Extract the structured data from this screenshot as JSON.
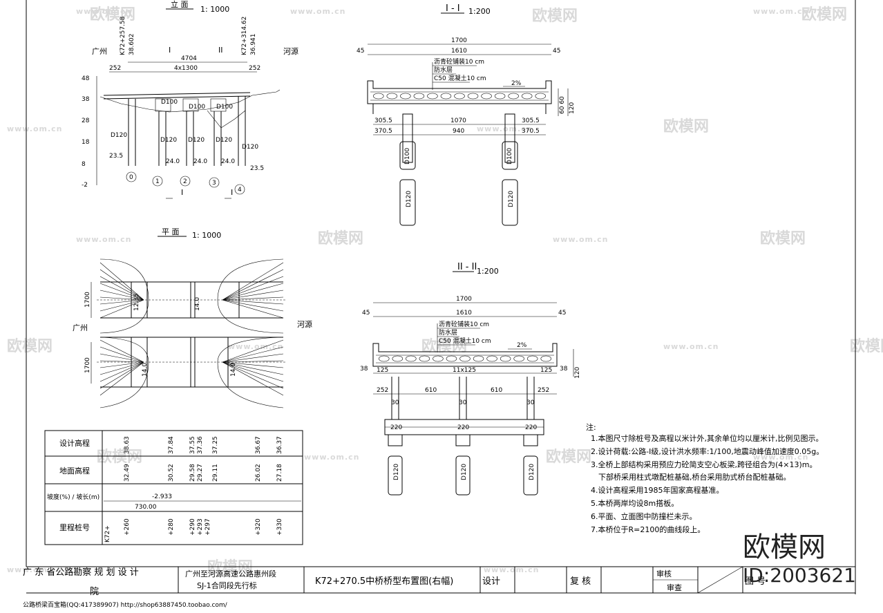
{
  "watermark": {
    "site": "www.om.cn",
    "brand": "欧模网"
  },
  "brand_corner": {
    "name": "欧模网",
    "id": "ID:2003621"
  },
  "elevation": {
    "title": "立 面",
    "scale": "1: 1000",
    "left_place": "广州",
    "right_place": "河源",
    "stake_left": "K72+257.58",
    "elev_left": "38.602",
    "stake_right": "K72+314.62",
    "elev_right": "36.941",
    "sec_mark_1": "I",
    "sec_mark_2": "II",
    "dim_total": "4704",
    "dim_span": "4x1300",
    "dim_end_left": "252",
    "dim_end_right": "252",
    "level_labels": [
      "48",
      "38",
      "28",
      "18",
      "8",
      "-2"
    ],
    "pile_labels": [
      "D120",
      "D120",
      "D120",
      "D120",
      "D120"
    ],
    "cap_labels": [
      "D100",
      "D100",
      "D100"
    ],
    "pier_numbers": [
      "0",
      "1",
      "2",
      "3",
      "4"
    ],
    "bottom_elevs": [
      "23.5",
      "24.0",
      "24.0",
      "24.0",
      "23.5"
    ],
    "small_marks": [
      "I",
      "I"
    ]
  },
  "section1": {
    "title": "I - I",
    "scale": "1:200",
    "dim_total": "1700",
    "dim_road": "1610",
    "dim_edge": "45",
    "layers": [
      "沥青砼铺装10 cm",
      "防水层",
      "C50 混凝土10 cm"
    ],
    "slope": "2%",
    "heights": [
      "60 60",
      "120"
    ],
    "dims_lower": [
      "305.5",
      "1070",
      "305.5"
    ],
    "dims_lower2": [
      "370.5",
      "940",
      "370.5"
    ],
    "pier_labels": [
      "D100",
      "D100"
    ],
    "pile_labels": [
      "D120",
      "D120"
    ]
  },
  "section2": {
    "title": "II - II",
    "scale": "1:200",
    "dim_total": "1700",
    "dim_road": "1610",
    "dim_edge": "45",
    "layers": [
      "沥青砼铺装10 cm",
      "防水层",
      "C50 混凝土10 cm"
    ],
    "slope": "2%",
    "height": "120",
    "side_dim": "38",
    "plates": [
      "125",
      "11x125",
      "125"
    ],
    "dims_col": [
      "252",
      "610",
      "610",
      "252"
    ],
    "col_width": "30",
    "beam_marks": [
      "220",
      "220",
      "220"
    ],
    "pile_labels": [
      "D120",
      "D120",
      "D120"
    ]
  },
  "plan": {
    "title": "平 面",
    "scale": "1: 1000",
    "left_place": "广州",
    "right_place": "河源",
    "dim_top": "1700",
    "dim_bottom": "1700",
    "inner_dims": [
      "12.35",
      "14.0",
      "14.0",
      "14.0"
    ]
  },
  "profile_table": {
    "rows": [
      {
        "label": "设计高程",
        "values": [
          "38.63",
          "37.84",
          "37.55",
          "37.36",
          "37.25",
          "36.67",
          "36.37"
        ]
      },
      {
        "label": "地面高程",
        "values": [
          "32.49",
          "30.52",
          "29.58",
          "29.27",
          "29.11",
          "26.02",
          "27.18"
        ]
      },
      {
        "label": "坡度(%) / 坡长(m)",
        "values": [
          "-2.933",
          "730.00"
        ]
      },
      {
        "label": "里程桩号",
        "values": [
          "K72+",
          "+260",
          "+280",
          "+290",
          "+293",
          "+297",
          "+320",
          "+330"
        ]
      }
    ]
  },
  "notes": {
    "title": "注:",
    "items": [
      "1.本图尺寸除桩号及高程以米计外,其余单位均以厘米计,比例见图示。",
      "2.设计荷载:公路-I级,设计洪水频率:1/100,地震动峰值加速度0.05g。",
      "3.全桥上部结构采用预应力砼简支空心板梁,跨径组合为(4×13)m。",
      "下部桥采用柱式墩配桩基础,桥台采用肋式桥台配桩基础。",
      "4.设计高程采用1985年国家高程基准。",
      "5.本桥两岸均设8m搭板。",
      "6.平面、立面图中防撞栏未示。",
      "7.本桥位于R=2100的曲线段上。"
    ]
  },
  "title_block": {
    "org": "广 东  省公路勘察    规  划  设 计",
    "org2": "院",
    "project": "广州至河源高速公路惠州段",
    "contract": "SJ-1合同段先行标",
    "drawing_title": "K72+270.5中桥桥型布置图(右幅)",
    "design": "设计",
    "check": "复 核",
    "review": "审核",
    "approve": "审查",
    "drawing_no": "图 号"
  },
  "footer": {
    "text": "公路桥梁百宝箱(QQ:417389907)    http://shop63887450.toobao.com/"
  }
}
